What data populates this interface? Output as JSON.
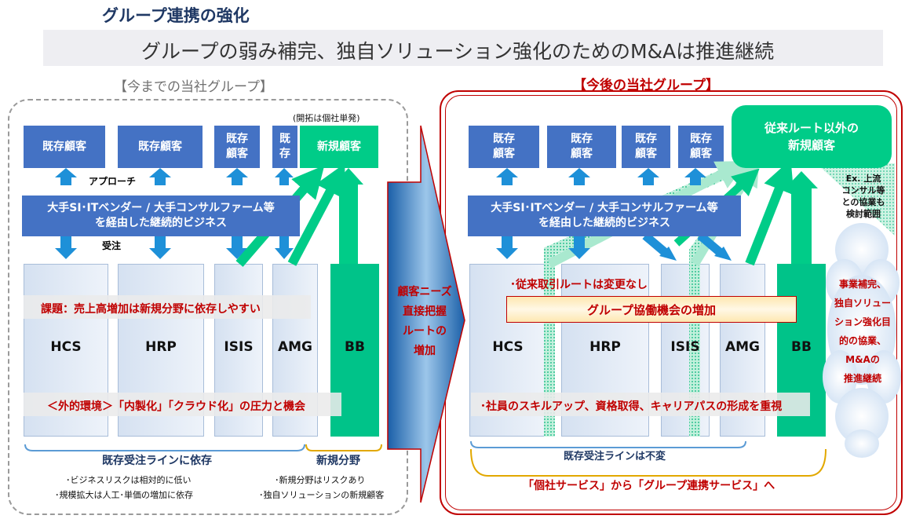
{
  "title": "グループ連携の強化",
  "subtitle": "グループの弱み補完、独自ソリューション強化のためのM&Aは推進継続",
  "left": {
    "heading": "【今までの当社グループ】",
    "note": "(開拓は個社単発)",
    "customers": [
      "既存顧客",
      "既存顧客",
      "既存\n顧客",
      "既\n存"
    ],
    "new_customer": "新規顧客",
    "approach": "アプローチ",
    "vendor_line1": "大手SI･ITベンダー / 大手コンサルファーム等",
    "vendor_line2": "を経由した継続的ビジネス",
    "order": "受注",
    "companies": [
      "HCS",
      "HRP",
      "ISIS",
      "AMG",
      "BB"
    ],
    "issue": "課題：売上高増加は新規分野に依存しやすい",
    "environment": "＜外的環境＞「内製化」「クラウド化」の圧力と機会",
    "existing_line": "既存受注ラインに依存",
    "new_field": "新規分野",
    "notes_left": [
      "･ビジネスリスクは相対的に低い",
      "･規模拡大は人工･単価の増加に依存"
    ],
    "notes_right": [
      "･新規分野はリスクあり",
      "･独自ソリューションの新規顧客"
    ]
  },
  "center_arrow": [
    "顧客ニーズ",
    "直接把握",
    "ルートの",
    "増加"
  ],
  "right": {
    "heading": "【今後の当社グループ】",
    "customers": [
      "既存\n顧客",
      "既存\n顧客",
      "既存\n顧客",
      "既存\n顧客"
    ],
    "new_customer": "従来ルート以外の\n新規顧客",
    "ex_note": "Ex. 上流\nコンサル等\nとの協業も\n検討範囲",
    "vendor_line1": "大手SI･ITベンダー / 大手コンサルファーム等",
    "vendor_line2": "を経由した継続的ビジネス",
    "unchanged_route": "･従来取引ルートは変更なし",
    "synergy": "グループ協働機会の増加",
    "companies": [
      "HCS",
      "HRP",
      "ISIS",
      "AMG",
      "BB"
    ],
    "skills": "･社員のスキルアップ、資格取得、キャリアパスの形成を重視",
    "existing_line": "既存受注ラインは不変",
    "transition": "「個社サービス」から「グループ連携サービス」へ",
    "cloud_text": "事業補完、\n独自ソリュー\nション強化目\n的の協業、\nM&Aの\n推進継続"
  },
  "colors": {
    "blue": "#4472c4",
    "green": "#00cc88",
    "red": "#c00000",
    "arrow_blue": "#1e90d8",
    "navy": "#1f3864"
  }
}
